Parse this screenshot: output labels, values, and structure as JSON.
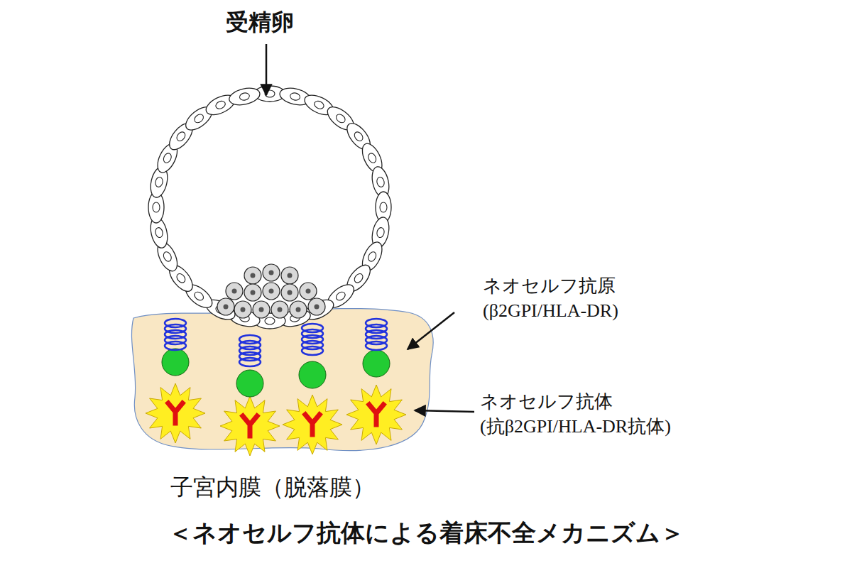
{
  "diagram": {
    "caption": "＜ネオセルフ抗体による着床不全メカニズム＞",
    "labels": [
      "受精卵",
      "ネオセルフ抗原 (β2GPI/HLA-DR)",
      "ネオセルフ抗体 (抗β2GPI/HLA-DR抗体)",
      "子宮内膜（脱落膜）"
    ]
  }
}
